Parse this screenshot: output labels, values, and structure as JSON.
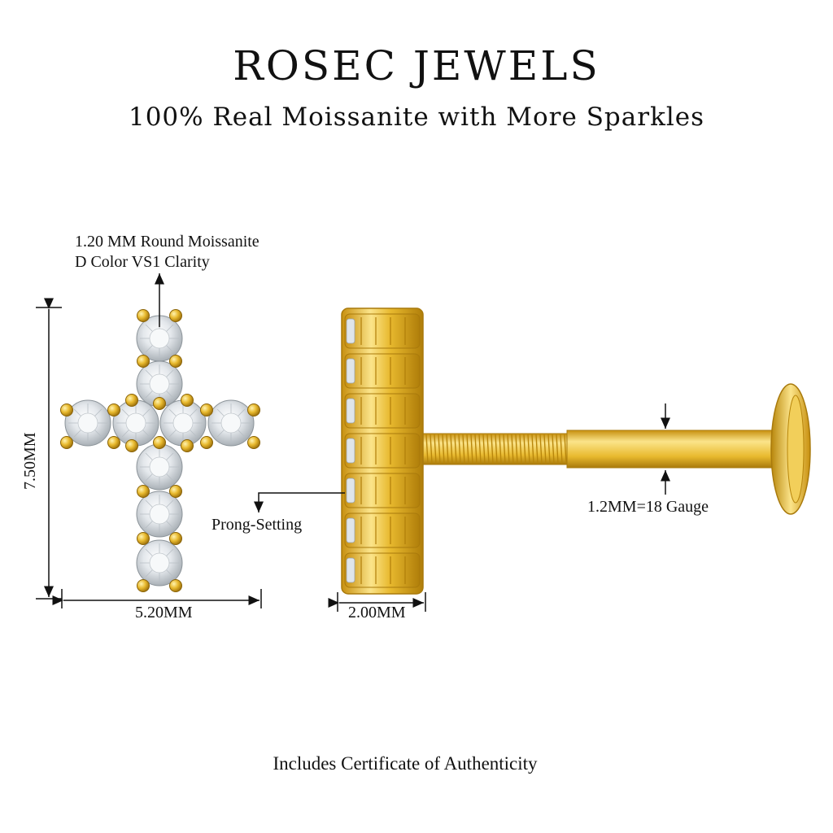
{
  "header": {
    "brand": "ROSEC JEWELS",
    "tagline": "100% Real Moissanite with More Sparkles"
  },
  "annotations": {
    "stone_size": "1.20 MM Round Moissanite",
    "stone_quality": "D Color VS1 Clarity",
    "height": "7.50MM",
    "width": "5.20MM",
    "depth": "2.00MM",
    "setting": "Prong-Setting",
    "gauge": "1.2MM=18 Gauge"
  },
  "footer": {
    "note": "Includes Certificate of Authenticity"
  },
  "colors": {
    "gold": "#e8b92e",
    "gold_dark": "#b8860b",
    "gold_light": "#fbe48a",
    "stone": "#e9edf0"
  }
}
